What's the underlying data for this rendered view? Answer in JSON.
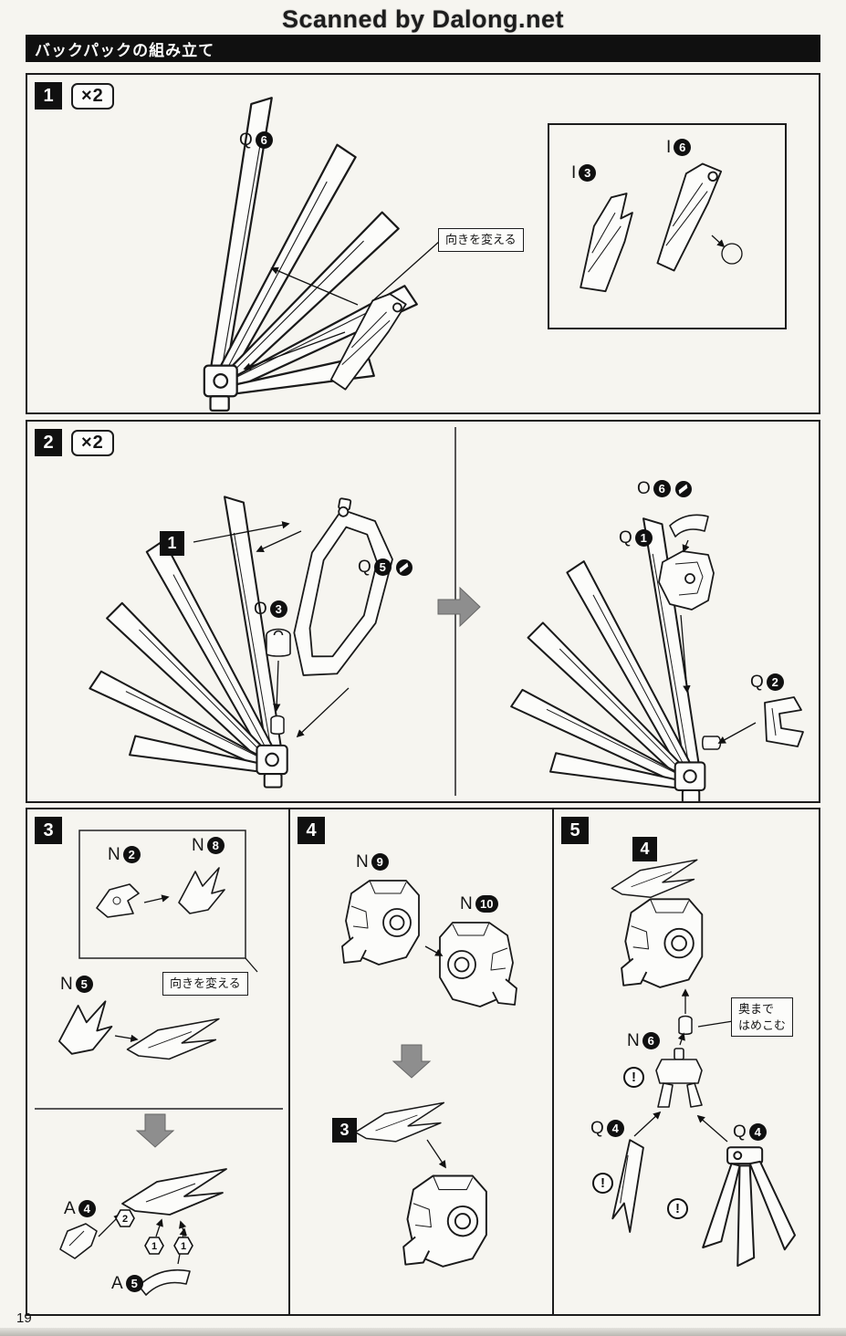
{
  "page": {
    "watermark": "Scanned by Dalong.net",
    "title": "バックパックの組み立て",
    "number": "19"
  },
  "step1": {
    "badge": "1",
    "multiplier": "×2",
    "callout": "向きを変える",
    "parts": {
      "q6": {
        "letter": "Q",
        "num": "6"
      },
      "i3": {
        "letter": "I",
        "num": "3"
      },
      "i6": {
        "letter": "I",
        "num": "6"
      }
    }
  },
  "step2": {
    "badge": "2",
    "multiplier": "×2",
    "ref_badge": "1",
    "parts": {
      "q5": {
        "letter": "Q",
        "num": "5"
      },
      "o3": {
        "letter": "O",
        "num": "3"
      },
      "o6": {
        "letter": "O",
        "num": "6"
      },
      "q1": {
        "letter": "Q",
        "num": "1"
      },
      "q2": {
        "letter": "Q",
        "num": "2"
      }
    }
  },
  "step3": {
    "badge": "3",
    "callout": "向きを変える",
    "order_hex": [
      "2",
      "1",
      "1"
    ],
    "parts": {
      "n2": {
        "letter": "N",
        "num": "2"
      },
      "n8": {
        "letter": "N",
        "num": "8"
      },
      "n5": {
        "letter": "N",
        "num": "5"
      },
      "a4": {
        "letter": "A",
        "num": "4"
      },
      "a5": {
        "letter": "A",
        "num": "5"
      }
    }
  },
  "step4": {
    "badge": "4",
    "ref_badge": "3",
    "parts": {
      "n9": {
        "letter": "N",
        "num": "9"
      },
      "n10": {
        "letter": "N",
        "num": "10"
      }
    }
  },
  "step5": {
    "badge": "5",
    "ref_badge": "4",
    "warning": "!",
    "callout_line1": "奥まで",
    "callout_line2": "はめこむ",
    "parts": {
      "n6": {
        "letter": "N",
        "num": "6"
      },
      "q4_left": {
        "letter": "Q",
        "num": "4"
      },
      "q4_right": {
        "letter": "Q",
        "num": "4"
      }
    }
  }
}
